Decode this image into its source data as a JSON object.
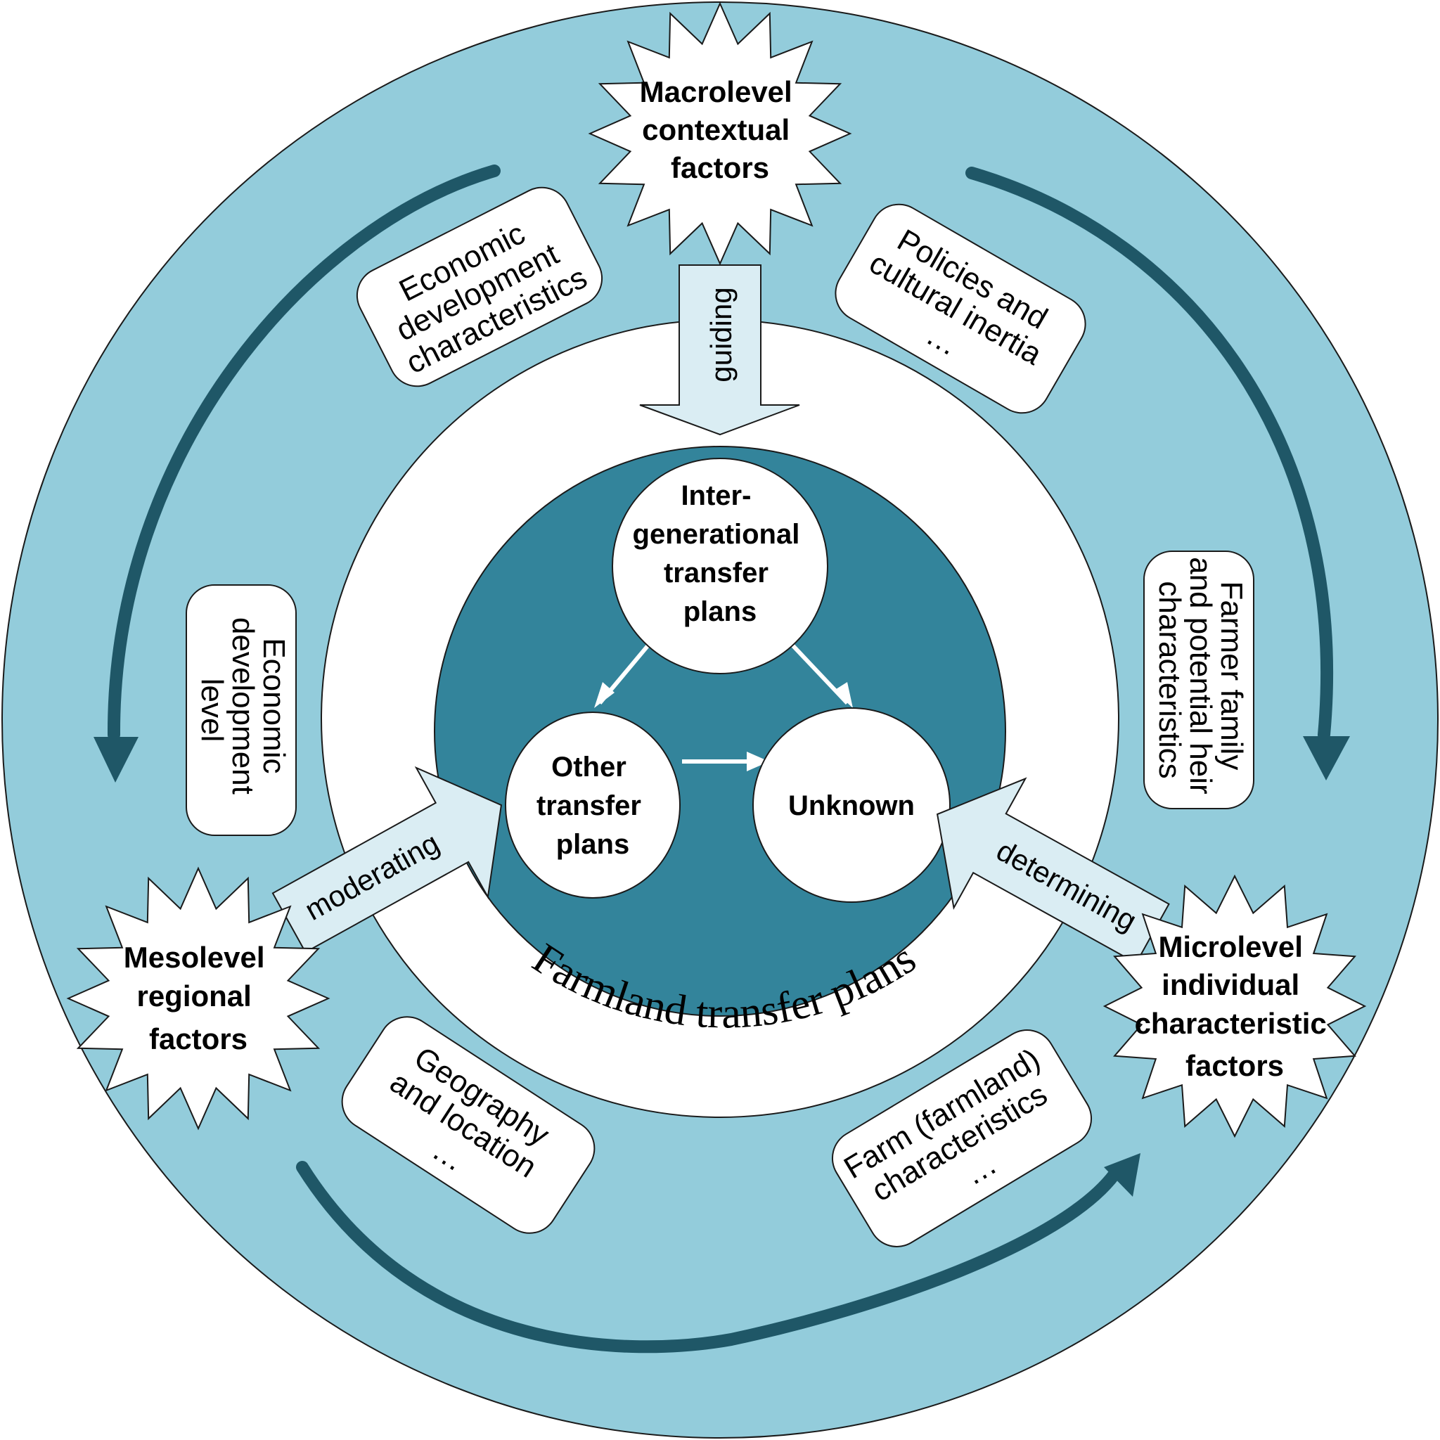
{
  "title": "Farmland transfer plans",
  "colors": {
    "outer_ring": "#93CCDB",
    "white_ring": "#FFFFFF",
    "inner_core": "#33849B",
    "cycle_arrow": "#1F5767",
    "influence_arrow": "#DAEDF3",
    "outline": "#1A1A1A"
  },
  "levels": {
    "macro": {
      "lines": [
        "Macrolevel",
        "contextual",
        "factors"
      ]
    },
    "meso": {
      "lines": [
        "Mesolevel",
        "regional",
        "factors"
      ]
    },
    "micro": {
      "lines": [
        "Microlevel",
        "individual",
        "characteristic",
        "factors"
      ]
    }
  },
  "influences": {
    "guiding": "guiding",
    "moderating": "moderating",
    "determining": "determining"
  },
  "factor_boxes": {
    "economic_characteristics": {
      "lines": [
        "Economic",
        "development",
        "characteristics"
      ]
    },
    "policies": {
      "lines": [
        "Policies and",
        "cultural inertia",
        "…"
      ]
    },
    "economic_level": {
      "lines": [
        "Economic",
        "development",
        "level"
      ]
    },
    "farmer_family": {
      "lines": [
        "Farmer family",
        "and potential heir",
        "characteristics"
      ]
    },
    "geography": {
      "lines": [
        "Geography",
        "and location",
        "…"
      ]
    },
    "farm": {
      "lines": [
        "Farm (farmland)",
        "characteristics",
        "…"
      ]
    }
  },
  "plans": {
    "intergenerational": {
      "lines": [
        "Inter-",
        "generational",
        "transfer",
        "plans"
      ]
    },
    "other": {
      "lines": [
        "Other",
        "transfer",
        "plans"
      ]
    },
    "unknown": {
      "lines": [
        "Unknown"
      ]
    }
  }
}
